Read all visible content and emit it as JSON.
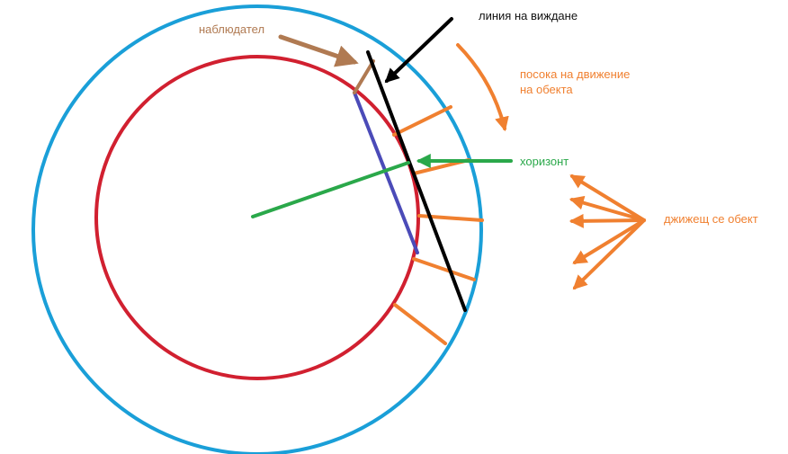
{
  "labels": {
    "observer": "наблюдател",
    "line_of_sight": "линия на виждане",
    "movement_direction_line1": "посока на движение",
    "movement_direction_line2": "на обекта",
    "horizon": "хоризонт",
    "moving_object": "джижещ се обект"
  },
  "colors": {
    "outer_circle": "#1a9fd8",
    "inner_circle": "#d12030",
    "observer": "#b07a52",
    "line_of_sight": "#000000",
    "movement": "#f08030",
    "horizon": "#2aa84a",
    "chord": "#4b4bb8",
    "text_dark": "#111111"
  }
}
